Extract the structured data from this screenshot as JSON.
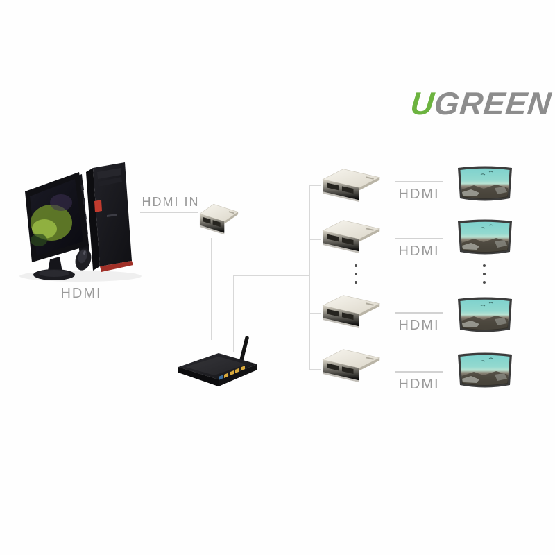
{
  "brand": {
    "logo_u": "U",
    "logo_rest": "GREEN",
    "green_color": "#6cb33f",
    "gray_color": "#8d8d8d"
  },
  "labels": {
    "source_hdmi": "HDMI",
    "hdmi_in": "HDMI IN"
  },
  "right_rows": [
    {
      "hdmi_label": "HDMI"
    },
    {
      "hdmi_label": "HDMI"
    },
    {
      "hdmi_label": "HDMI"
    },
    {
      "hdmi_label": "HDMI"
    }
  ],
  "icons": {
    "computer": "desktop-pc-with-monitor",
    "transmitter": "hdmi-extender-box",
    "router": "wireless-router-one-antenna",
    "receiver": "hdmi-extender-box",
    "display": "curved-tv-landscape-image"
  },
  "colors": {
    "text_gray": "#9a9a9a",
    "line_gray": "#d6d6d6",
    "box_silver_top": "#f3f0e8",
    "box_silver_front": "#c9c4b6",
    "box_port_dark": "#26241f",
    "router_black": "#1b1b1e",
    "router_port_yellow": "#d9a93c",
    "tv_sky_teal": "#7ed2cd",
    "tv_rock_dark": "#3b382f",
    "tower_red_accent": "#b03028"
  }
}
